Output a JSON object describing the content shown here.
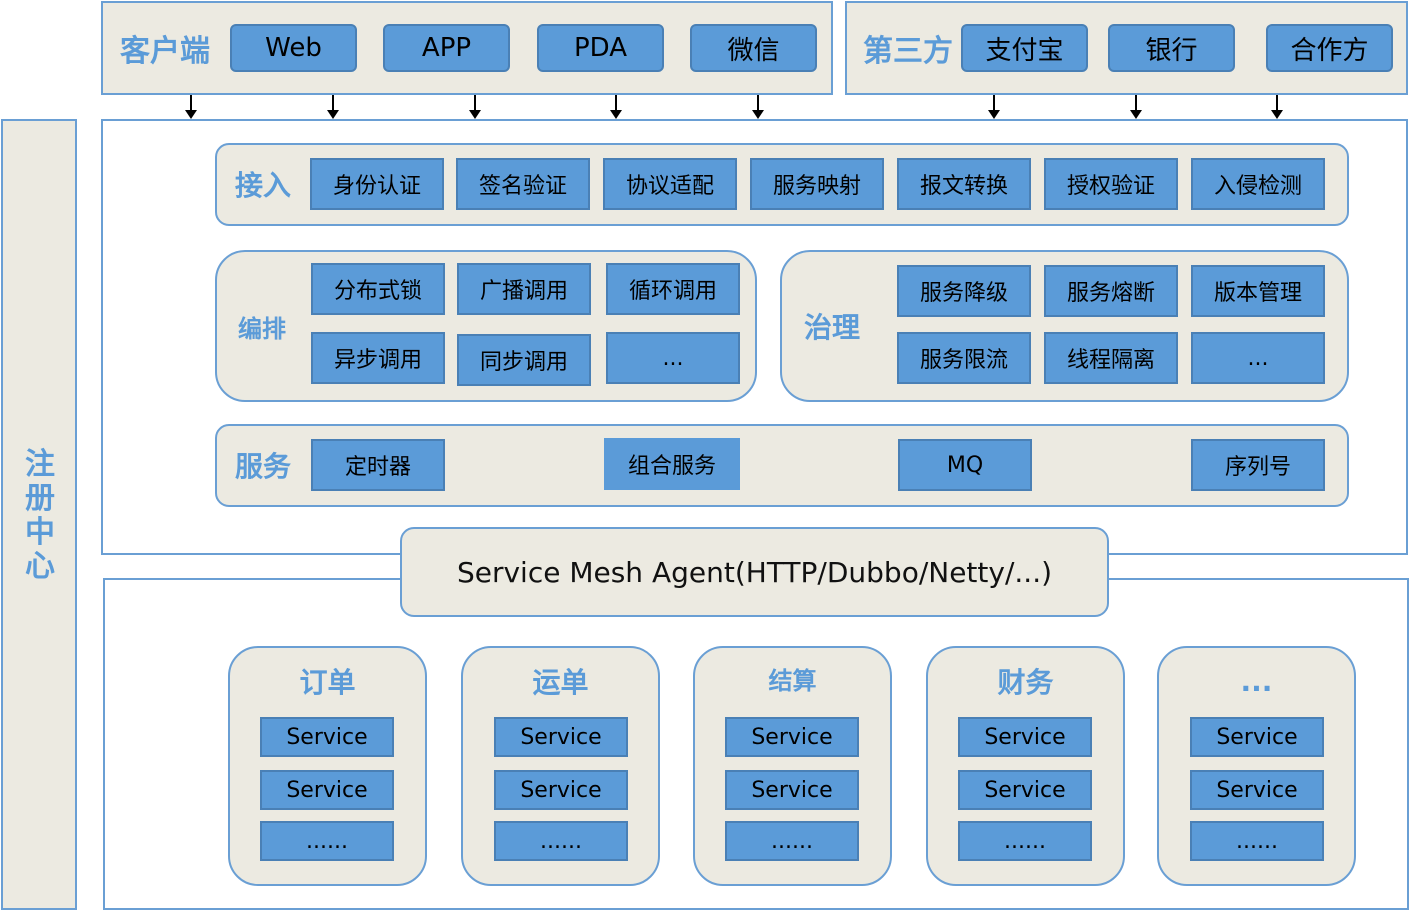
{
  "clients": {
    "label": "客户端",
    "items": [
      "Web",
      "APP",
      "PDA",
      "微信"
    ]
  },
  "third_party": {
    "label": "第三方",
    "items": [
      "支付宝",
      "银行",
      "合作方"
    ]
  },
  "registry": {
    "label": "注册中心"
  },
  "access": {
    "label": "接入",
    "items": [
      "身份认证",
      "签名验证",
      "协议适配",
      "服务映射",
      "报文转换",
      "授权验证",
      "入侵检测"
    ]
  },
  "orchestration": {
    "label": "编排",
    "items": [
      "分布式锁",
      "广播调用",
      "循环调用",
      "异步调用",
      "同步调用",
      "..."
    ]
  },
  "governance": {
    "label": "治理",
    "items": [
      "服务降级",
      "服务熔断",
      "版本管理",
      "服务限流",
      "线程隔离",
      "..."
    ]
  },
  "services": {
    "label": "服务",
    "items": [
      "定时器",
      "组合服务",
      "MQ",
      "序列号"
    ]
  },
  "mesh": {
    "label": "Service Mesh Agent(HTTP/Dubbo/Netty/...)"
  },
  "domains": [
    {
      "title": "订单",
      "items": [
        "Service",
        "Service",
        "......"
      ]
    },
    {
      "title": "运单",
      "items": [
        "Service",
        "Service",
        "......"
      ]
    },
    {
      "title": "结算",
      "items": [
        "Service",
        "Service",
        "......"
      ]
    },
    {
      "title": "财务",
      "items": [
        "Service",
        "Service",
        "......"
      ]
    },
    {
      "title": "...",
      "items": [
        "Service",
        "Service",
        "......"
      ]
    }
  ]
}
